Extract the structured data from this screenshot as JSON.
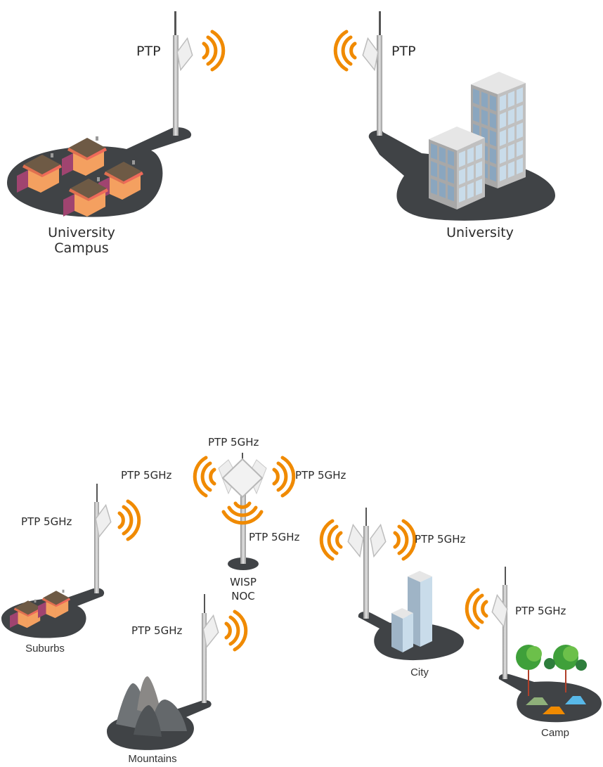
{
  "diagrams": [
    {
      "id": "ptp-university",
      "sites": [
        {
          "key": "campus",
          "label_line1": "University",
          "label_line2": "Campus",
          "scene": "houses",
          "link_label": "PTP"
        },
        {
          "key": "university",
          "label": "University",
          "scene": "office-buildings",
          "link_label": "PTP"
        }
      ]
    },
    {
      "id": "wisp-network",
      "hub": {
        "label_line1": "WISP",
        "label_line2": "NOC",
        "link_labels": {
          "top": "PTP 5GHz",
          "left": "PTP 5GHz",
          "right": "PTP 5GHz",
          "bottom": "PTP 5GHz"
        }
      },
      "sites": [
        {
          "key": "suburbs",
          "label": "Suburbs",
          "scene": "houses",
          "link_label": "PTP 5GHz"
        },
        {
          "key": "mountains",
          "label": "Mountains",
          "scene": "mountains",
          "link_label": "PTP 5GHz"
        },
        {
          "key": "city",
          "label": "City",
          "scene": "office-buildings",
          "link_label": "PTP 5GHz"
        },
        {
          "key": "camp",
          "label": "Camp",
          "scene": "trees-and-tents",
          "link_label": "PTP 5GHz"
        }
      ]
    }
  ],
  "colors": {
    "signal": "#f08a00",
    "ground": "#404346",
    "pole": "#b8b8b8",
    "antenna": "#ececec",
    "roof": "#6e5a45",
    "wall": "#f4a060",
    "wall_side": "#a04470",
    "window": "#8fb0c8",
    "building_top": "#e6e6e6",
    "building_frame": "#a8a8a8",
    "glass_dark": "#8aa6bf",
    "glass_light": "#c9dcea",
    "tree": "#4cae3c",
    "trunk": "#b0402a",
    "tent_green": "#8fb07a",
    "tent_orange": "#f08a00",
    "tent_blue": "#58b8e8",
    "mountain": "#6f7376"
  }
}
